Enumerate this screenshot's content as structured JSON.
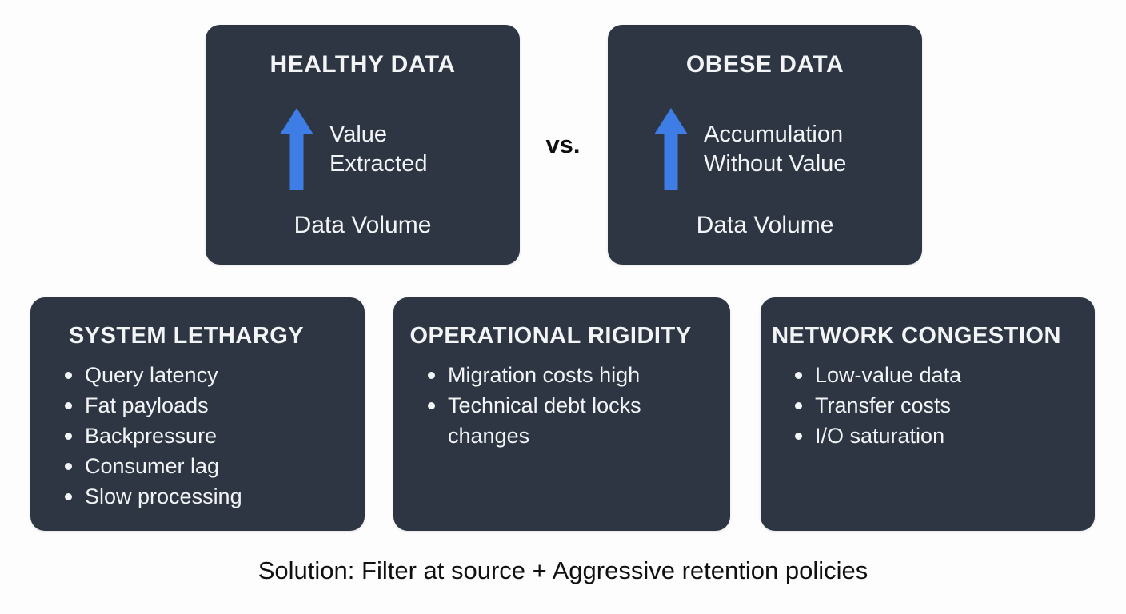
{
  "page": {
    "colors": {
      "background": "#fdfdfd",
      "card": "#2d3642",
      "card_text": "#f2f4f6",
      "arrow": "#3e7de6",
      "dark_text": "#101010"
    }
  },
  "top_row": {
    "vs_label": "vs.",
    "cards": [
      {
        "title": "HEALTHY DATA",
        "arrow_icon": "up-arrow",
        "y_axis_label": "Value Extracted",
        "x_axis_label": "Data Volume"
      },
      {
        "title": "OBESE DATA",
        "arrow_icon": "up-arrow",
        "y_axis_label": "Accumulation Without Value",
        "x_axis_label": "Data Volume"
      }
    ]
  },
  "bottom_row": {
    "cards": [
      {
        "title": "SYSTEM LETHARGY",
        "bullets": [
          "Query latency",
          "Fat payloads",
          "Backpressure",
          "Consumer lag",
          "Slow processing"
        ]
      },
      {
        "title": "OPERATIONAL RIGIDITY",
        "bullets": [
          "Migration costs high",
          "Technical debt locks changes"
        ]
      },
      {
        "title": "NETWORK CONGESTION",
        "bullets": [
          "Low-value data",
          "Transfer costs",
          "I/O saturation"
        ]
      }
    ]
  },
  "footer": {
    "solution_text": "Solution: Filter at source + Aggressive retention policies"
  }
}
